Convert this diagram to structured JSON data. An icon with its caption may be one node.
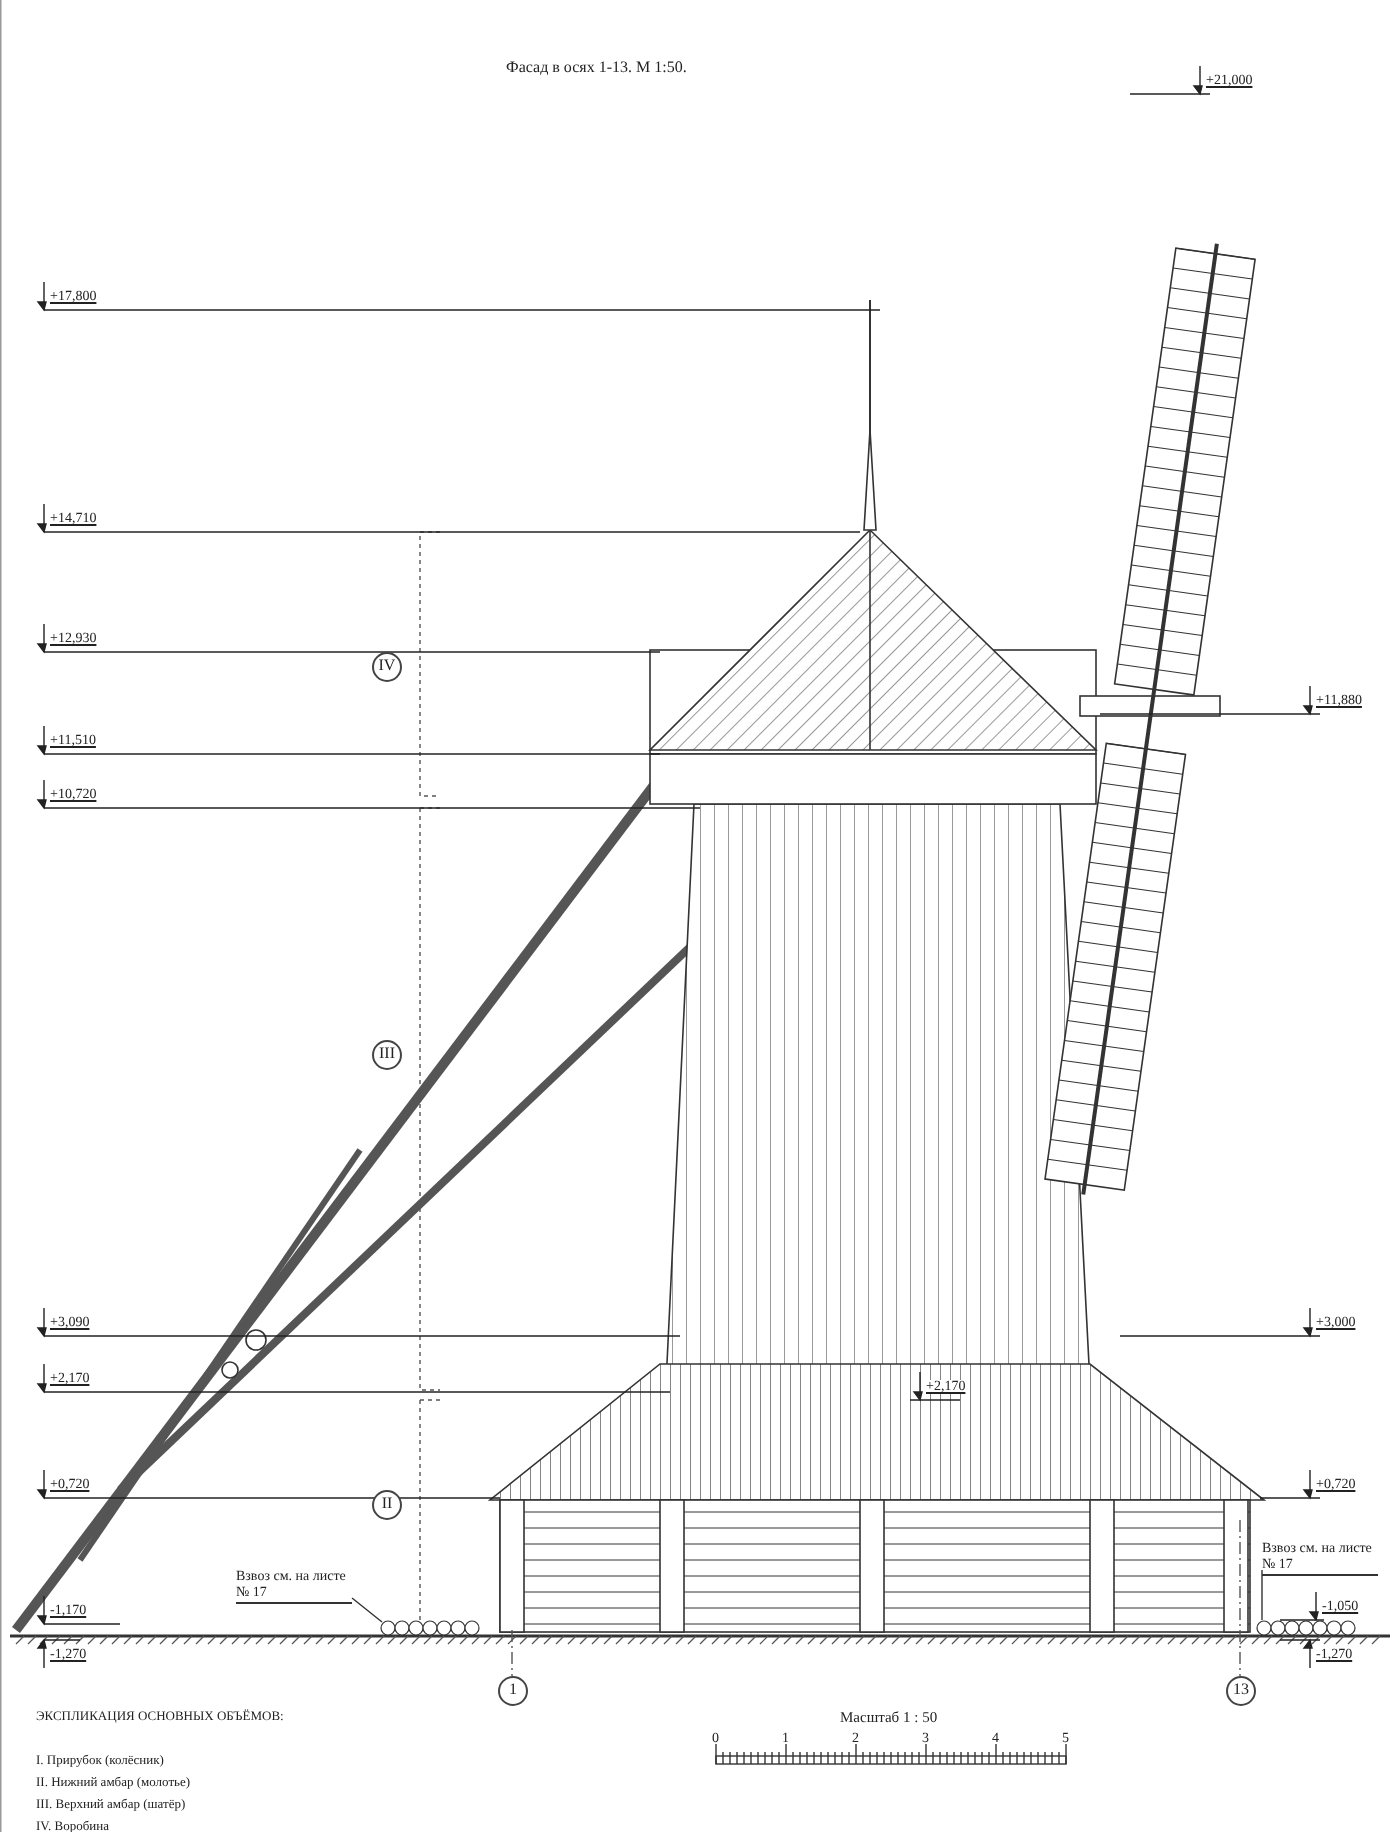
{
  "diagram": {
    "title": "Фасад в осях 1-13. М 1:50.",
    "nodes": [
      {
        "text": [
          "IV"
        ]
      },
      {
        "text": [
          "III"
        ]
      },
      {
        "text": [
          "II"
        ]
      },
      {
        "text": [
          "1"
        ]
      },
      {
        "text": [
          "13"
        ]
      },
      {
        "text": [
          "Взвоз см. на листе № 17"
        ]
      },
      {
        "text": [],
        "shape": "picture"
      },
      {
        "text": [
          "Взвоз см. на листе № 17"
        ]
      },
      {
        "text": [],
        "shape": "picture"
      }
    ],
    "edges": [
      {
        "from": 5,
        "to": 6,
        "arrow": "none"
      },
      {
        "from": 7,
        "to": 8,
        "arrow": "none"
      }
    ],
    "labels": [
      "+21,000",
      "+17,800",
      "+14,710",
      "+12,930",
      "+11,880",
      "+11,510",
      "+10,720",
      "+3,090",
      "+3,000",
      "+2,170",
      "+2,170",
      "+0,720",
      "+0,720",
      "-1,170",
      "-1,050",
      "-1,270",
      "-1,270",
      "Масштаб 1 : 50",
      "0",
      "1",
      "2",
      "3",
      "4",
      "5",
      "ЭКСПЛИКАЦИЯ ОСНОВНЫХ ОБЪЁМОВ:",
      "I. Прирубок (колёсник)",
      "II. Нижний амбар (молотье)",
      "III. Верхний амбар (шатёр)",
      "IV. Воробина"
    ]
  }
}
